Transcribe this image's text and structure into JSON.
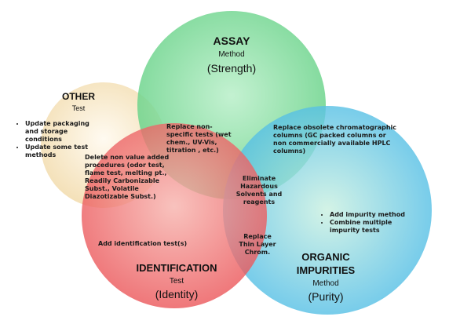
{
  "colors": {
    "assay": "#7fd89a",
    "other": "#f7e6c4",
    "identification": "#ef5a5a",
    "organic": "#5fc6ec"
  },
  "assay": {
    "title": "ASSAY",
    "type": "Method",
    "label": "(Strength)"
  },
  "other": {
    "title": "OTHER",
    "type": "Test",
    "bullets": [
      "Update packaging and storage conditions",
      "Update some test methods"
    ]
  },
  "identification": {
    "title": "IDENTIFICATION",
    "type": "Test",
    "label": "(Identity)"
  },
  "organic": {
    "title_line1": "ORGANIC",
    "title_line2": "IMPURITIES",
    "type": "Method",
    "label": "(Purity)",
    "bullets": [
      "Add impurity method",
      "Combine multiple impurity tests"
    ]
  },
  "overlaps": {
    "assay_identification": "Replace non-specific tests (wet chem., UV-Vis, titration , etc.)",
    "assay_organic": "Replace obsolete chromatographic columns (GC packed columns or non commercially available HPLC columns)",
    "other_identification": "Delete non value added procedures (odor test, flame test, melting pt., Readily Carbonizable Subst., Volatile Diazotizable Subst.)",
    "center": "Eliminate Hazardous Solvents and reagents",
    "identification_organic": "Replace Thin Layer Chrom.",
    "identification_only": "Add identification test(s)"
  }
}
